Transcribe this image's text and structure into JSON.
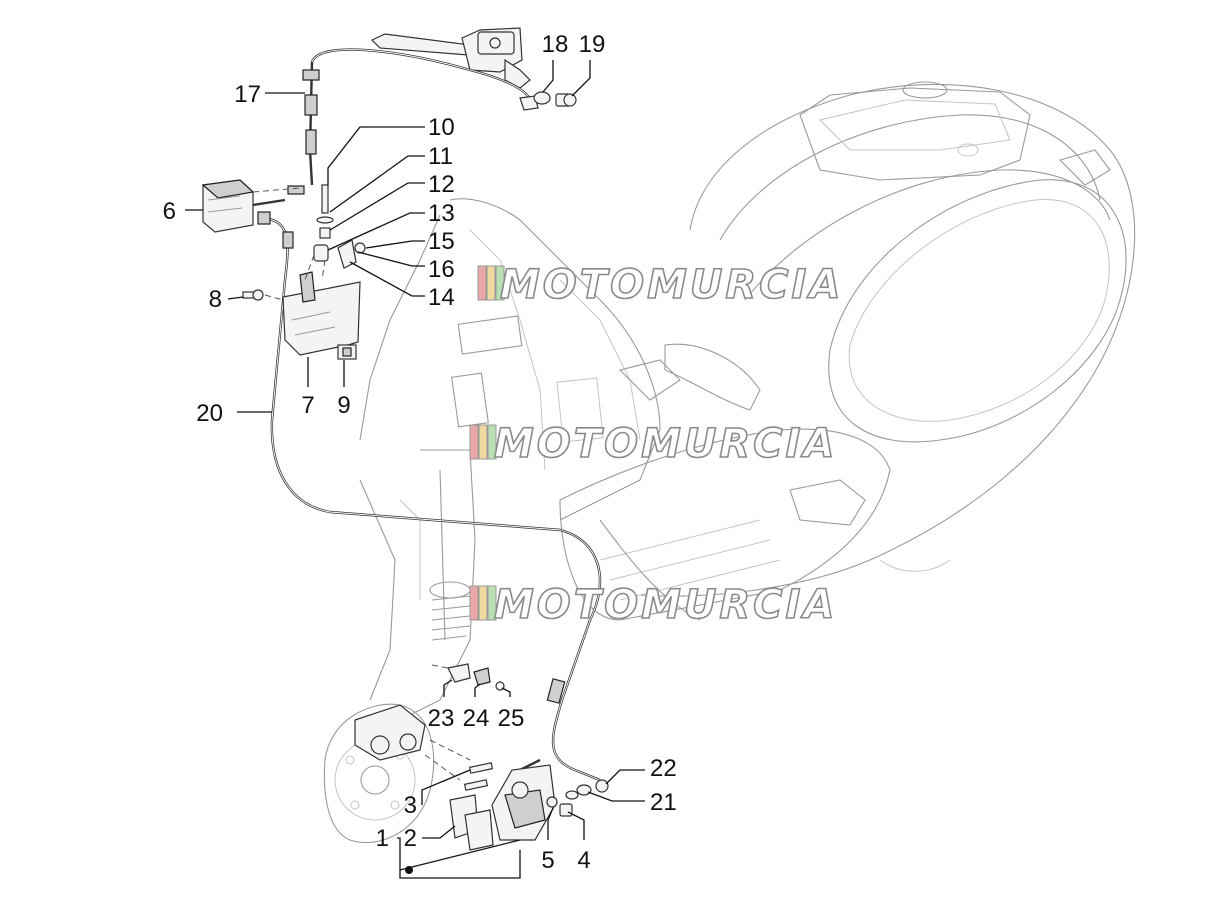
{
  "labels": [
    "1",
    "2",
    "3",
    "4",
    "5",
    "6",
    "7",
    "8",
    "9",
    "10",
    "11",
    "12",
    "13",
    "14",
    "15",
    "16",
    "17",
    "18",
    "19",
    "20",
    "21",
    "22",
    "23",
    "24",
    "25"
  ],
  "watermark": {
    "text": "MOTOMURCIA",
    "stripe_colors": [
      "#e9a7a7",
      "#f0d9a0",
      "#b9dfb2"
    ]
  }
}
